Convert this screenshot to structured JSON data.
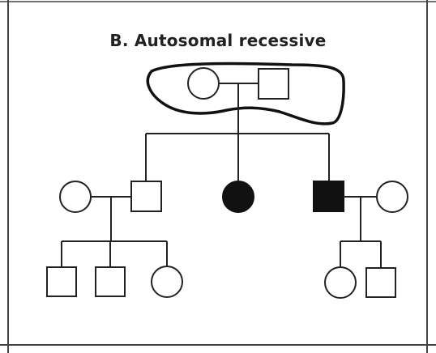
{
  "figure": {
    "title": "B. Autosomal recessive"
  },
  "pedigree": {
    "generation_1": [
      {
        "id": "g1-female",
        "sex": "female",
        "affected": false,
        "highlighted": true
      },
      {
        "id": "g1-male",
        "sex": "male",
        "affected": false,
        "highlighted": true
      }
    ],
    "generation_2": [
      {
        "id": "g2-spouse-female-left",
        "sex": "female",
        "affected": false
      },
      {
        "id": "g2-son-left",
        "sex": "male",
        "affected": false
      },
      {
        "id": "g2-daughter-middle",
        "sex": "female",
        "affected": true
      },
      {
        "id": "g2-son-right",
        "sex": "male",
        "affected": true
      },
      {
        "id": "g2-spouse-female-right",
        "sex": "female",
        "affected": false
      }
    ],
    "generation_3": [
      {
        "id": "g3-left-male-1",
        "sex": "male",
        "affected": false
      },
      {
        "id": "g3-left-male-2",
        "sex": "male",
        "affected": false
      },
      {
        "id": "g3-left-female",
        "sex": "female",
        "affected": false
      },
      {
        "id": "g3-right-female",
        "sex": "female",
        "affected": false
      },
      {
        "id": "g3-right-male",
        "sex": "male",
        "affected": false
      }
    ]
  },
  "colors": {
    "line": "#222222",
    "affected_fill": "#111111",
    "unaffected_fill": "#ffffff"
  }
}
